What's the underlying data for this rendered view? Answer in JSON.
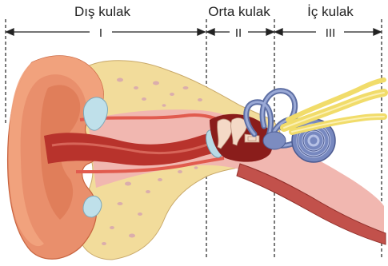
{
  "sections": [
    {
      "title": "Dış kulak",
      "numeral": "I"
    },
    {
      "title": "Orta kulak",
      "numeral": "II"
    },
    {
      "title": "İç kulak",
      "numeral": "III"
    }
  ]
}
